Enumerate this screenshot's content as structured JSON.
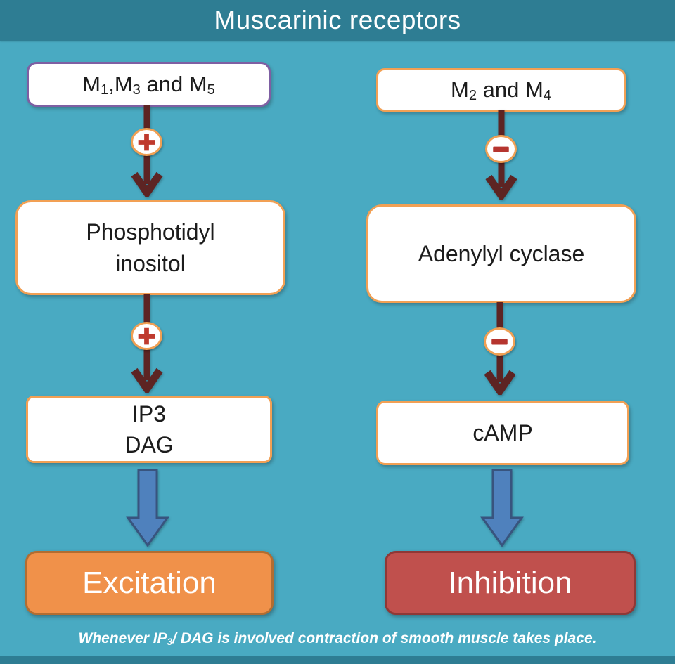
{
  "title": "Muscarinic receptors",
  "colors": {
    "title_bar": "#2e7d93",
    "background": "#49aac2",
    "purple_box_border": "#7e5fa3",
    "orange_box_border": "#f2a054",
    "dark_arrow": "#5d2423",
    "blue_arrow_fill": "#4f81bd",
    "blue_arrow_stroke": "#38547e",
    "sign_glyph_red": "#bf3a2e",
    "excitation_fill": "#f0914a",
    "inhibition_fill": "#c0504d",
    "text_dark": "#1c1c1c",
    "text_light": "#ffffff"
  },
  "left_pathway": {
    "receptors": {
      "parts": [
        {
          "t": "M"
        },
        {
          "t": "1",
          "sub": true
        },
        {
          "t": ",M"
        },
        {
          "t": "3",
          "sub": true
        },
        {
          "t": " and M"
        },
        {
          "t": "5",
          "sub": true
        }
      ]
    },
    "sign1": "plus",
    "step1": {
      "lines": [
        "Phosphotidyl",
        "inositol"
      ]
    },
    "sign2": "plus",
    "step2": {
      "lines": [
        "IP3",
        "DAG"
      ]
    },
    "outcome": "Excitation"
  },
  "right_pathway": {
    "receptors": {
      "parts": [
        {
          "t": "M"
        },
        {
          "t": "2",
          "sub": true
        },
        {
          "t": " and M"
        },
        {
          "t": "4",
          "sub": true
        }
      ]
    },
    "sign1": "minus",
    "step1": {
      "lines": [
        "Adenylyl cyclase"
      ]
    },
    "sign2": "minus",
    "step2": {
      "lines": [
        "cAMP"
      ]
    },
    "outcome": "Inhibition"
  },
  "caption": {
    "parts": [
      {
        "t": "Whenever IP"
      },
      {
        "t": "3",
        "sub": true
      },
      {
        "t": "/ DAG is involved contraction of smooth muscle takes place."
      }
    ]
  }
}
